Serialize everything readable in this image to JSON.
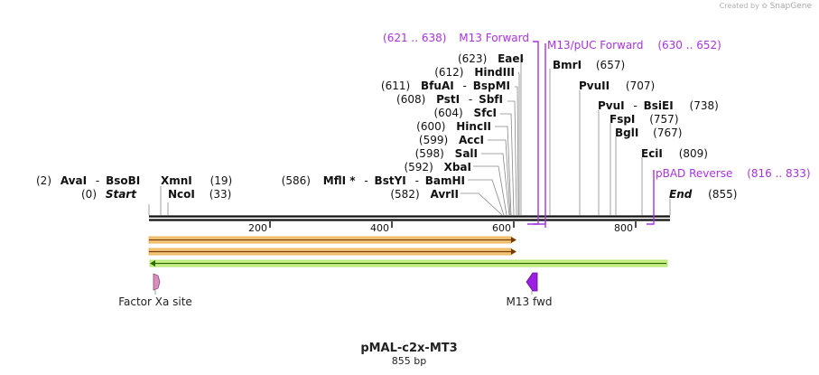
{
  "credit": {
    "prefix": "Created by",
    "brand": "SnapGene"
  },
  "title": "pMAL-c2x-MT3",
  "length_label": "855 bp",
  "sequence_length": 855,
  "ticks": [
    {
      "pos": 200,
      "label": "200"
    },
    {
      "pos": 400,
      "label": "400"
    },
    {
      "pos": 600,
      "label": "600"
    },
    {
      "pos": 800,
      "label": "800"
    }
  ],
  "left_sites": [
    {
      "pos": "(2)",
      "names": [
        "AvaI",
        "BsoBI"
      ]
    },
    {
      "pos": "(0)",
      "names": [
        "Start"
      ],
      "italic": true
    }
  ],
  "xmn_sites": [
    {
      "name": "XmnI",
      "pos": "(19)"
    },
    {
      "name": "NcoI",
      "pos": "(33)"
    }
  ],
  "cluster_sites": [
    {
      "pos": "(623)",
      "names": [
        "EaeI"
      ]
    },
    {
      "pos": "(612)",
      "names": [
        "HindIII"
      ]
    },
    {
      "pos": "(611)",
      "names": [
        "BfuAI",
        "BspMI"
      ]
    },
    {
      "pos": "(608)",
      "names": [
        "PstI",
        "SbfI"
      ]
    },
    {
      "pos": "(604)",
      "names": [
        "SfcI"
      ]
    },
    {
      "pos": "(600)",
      "names": [
        "HincII"
      ]
    },
    {
      "pos": "(599)",
      "names": [
        "AccI"
      ]
    },
    {
      "pos": "(598)",
      "names": [
        "SalI"
      ]
    },
    {
      "pos": "(592)",
      "names": [
        "XbaI"
      ]
    },
    {
      "pos": "(586)",
      "names": [
        "MflI *",
        "BstYI",
        "BamHI"
      ]
    },
    {
      "pos": "(582)",
      "names": [
        "AvrII"
      ]
    }
  ],
  "right_sites": [
    {
      "names": [
        "BmrI"
      ],
      "pos": "(657)"
    },
    {
      "names": [
        "PvuII"
      ],
      "pos": "(707)"
    },
    {
      "names": [
        "PvuI",
        "BsiEI"
      ],
      "pos": "(738)"
    },
    {
      "names": [
        "FspI"
      ],
      "pos": "(757)"
    },
    {
      "names": [
        "BglI"
      ],
      "pos": "(767)"
    },
    {
      "names": [
        "EciI"
      ],
      "pos": "(809)"
    },
    {
      "names": [
        "End"
      ],
      "pos": "(855)",
      "italic": true
    }
  ],
  "primers": [
    {
      "name": "M13 Forward",
      "range": "(621 .. 638)",
      "color": "#a833e0"
    },
    {
      "name": "M13/pUC Forward",
      "range": "(630 .. 652)",
      "color": "#a833e0"
    },
    {
      "name": "pBAD Reverse",
      "range": "(816 .. 833)",
      "color": "#a833e0"
    }
  ],
  "features": [
    {
      "name": "Factor Xa site",
      "color": "#d98ec0"
    },
    {
      "name": "M13 fwd",
      "color": "#9a1fe0"
    }
  ],
  "colors": {
    "backbone": "#111111",
    "orf_fill": "#e8a93a",
    "orf_line": "#7a3b00",
    "green_fill": "#b8ec6c",
    "green_line": "#2d6a00",
    "primer": "#a833e0"
  }
}
